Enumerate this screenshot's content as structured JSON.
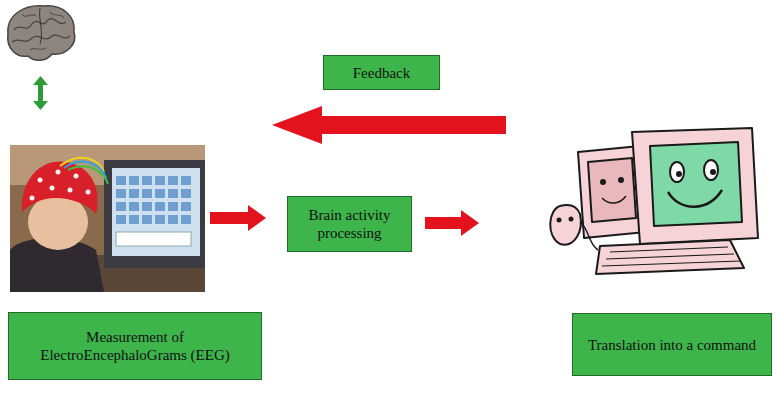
{
  "diagram": {
    "nodes": [
      {
        "text": [
          "Feedback"
        ]
      },
      {
        "text": [
          "Brain activity processing"
        ]
      },
      {
        "text": [
          "Measurement of ElectroEncephaloGrams (EEG)"
        ]
      },
      {
        "text": [
          "Translation into a command"
        ]
      }
    ]
  }
}
